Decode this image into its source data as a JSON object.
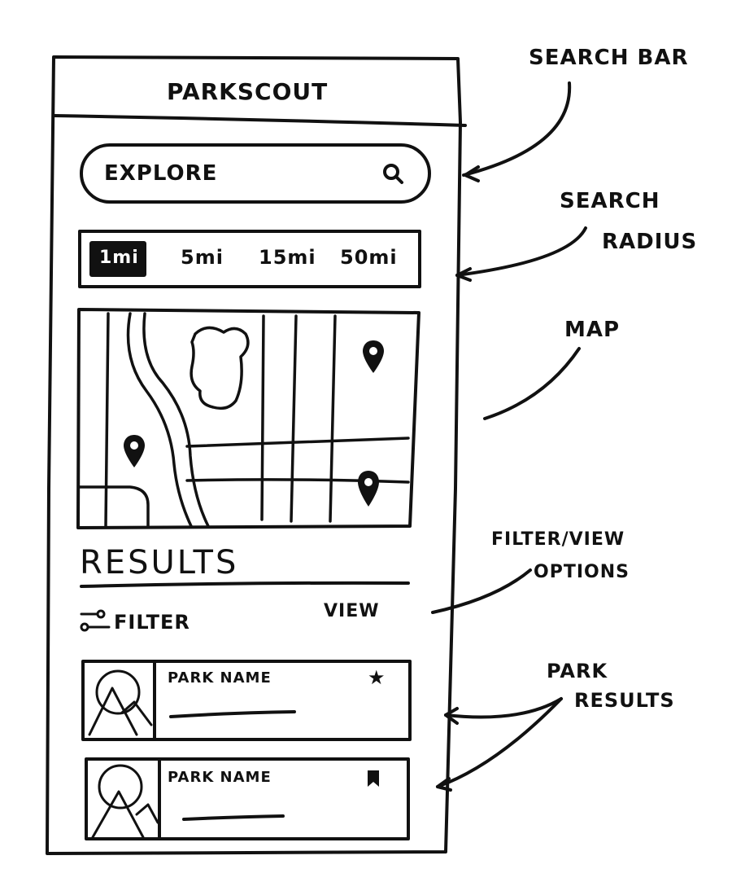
{
  "app": {
    "title": "PARKSCOUT"
  },
  "search": {
    "placeholder": "EXPLORE",
    "icon": "search-icon"
  },
  "radius": {
    "options": [
      "1mi",
      "5mi",
      "15mi",
      "50mi"
    ],
    "selected": "1mi"
  },
  "map": {
    "pins": 3
  },
  "results": {
    "heading": "RESULTS",
    "filter_label": "FILTER",
    "view_label": "VIEW",
    "items": [
      {
        "name": "PARK NAME",
        "icon": "star-icon"
      },
      {
        "name": "PARK NAME",
        "icon": "bookmark-icon"
      }
    ]
  },
  "annotations": {
    "search_bar": "SEARCH BAR",
    "search_radius_line1": "SEARCH",
    "search_radius_line2": "RADIUS",
    "map": "MAP",
    "filter_view_line1": "FILTER/VIEW",
    "filter_view_line2": "OPTIONS",
    "park_results_line1": "PARK",
    "park_results_line2": "RESULTS"
  },
  "colors": {
    "ink": "#111111",
    "paper": "#ffffff"
  }
}
